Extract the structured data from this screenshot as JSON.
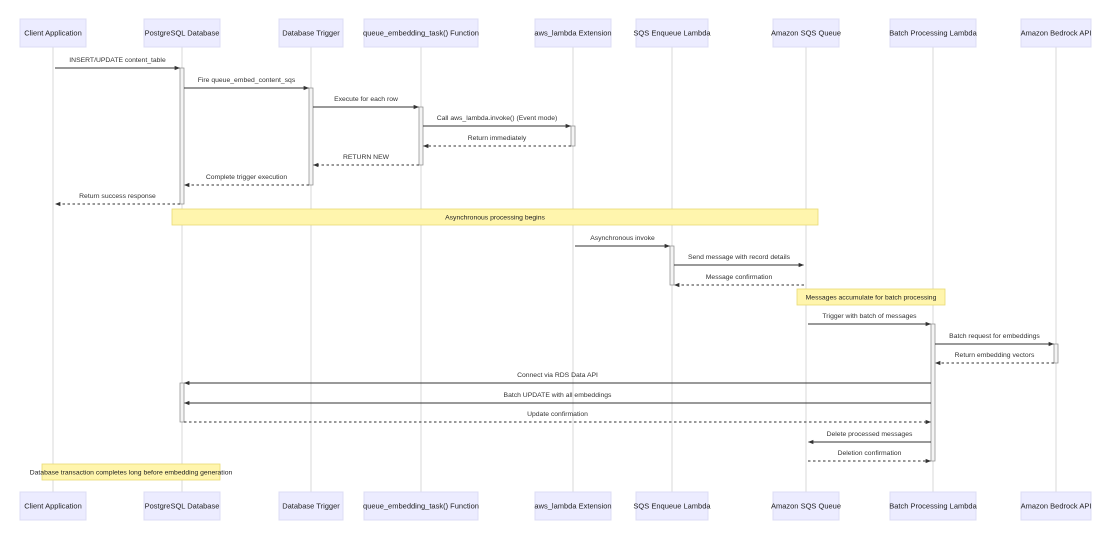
{
  "actors": [
    {
      "id": "client",
      "label": "Client Application"
    },
    {
      "id": "pg",
      "label": "PostgreSQL Database"
    },
    {
      "id": "trig",
      "label": "Database Trigger"
    },
    {
      "id": "func",
      "label": "queue_embedding_task() Function"
    },
    {
      "id": "ext",
      "label": "aws_lambda Extension"
    },
    {
      "id": "sqsl",
      "label": "SQS Enqueue Lambda"
    },
    {
      "id": "sqs",
      "label": "Amazon SQS Queue"
    },
    {
      "id": "batch",
      "label": "Batch Processing Lambda"
    },
    {
      "id": "bed",
      "label": "Amazon Bedrock API"
    }
  ],
  "messages": [
    {
      "from": "client",
      "to": "pg",
      "label": "INSERT/UPDATE content_table",
      "style": "solid"
    },
    {
      "from": "pg",
      "to": "trig",
      "label": "Fire queue_embed_content_sqs",
      "style": "solid"
    },
    {
      "from": "trig",
      "to": "func",
      "label": "Execute for each row",
      "style": "solid"
    },
    {
      "from": "func",
      "to": "ext",
      "label": "Call aws_lambda.invoke() (Event mode)",
      "style": "solid"
    },
    {
      "from": "ext",
      "to": "func",
      "label": "Return immediately",
      "style": "dashed"
    },
    {
      "from": "func",
      "to": "trig",
      "label": "RETURN NEW",
      "style": "dashed"
    },
    {
      "from": "trig",
      "to": "pg",
      "label": "Complete trigger execution",
      "style": "dashed"
    },
    {
      "from": "pg",
      "to": "client",
      "label": "Return success response",
      "style": "dashed"
    },
    {
      "from": "ext",
      "to": "sqsl",
      "label": "Asynchronous invoke",
      "style": "solid"
    },
    {
      "from": "sqsl",
      "to": "sqs",
      "label": "Send message with record details",
      "style": "solid"
    },
    {
      "from": "sqs",
      "to": "sqsl",
      "label": "Message confirmation",
      "style": "dashed"
    },
    {
      "from": "sqs",
      "to": "batch",
      "label": "Trigger with batch of messages",
      "style": "solid"
    },
    {
      "from": "batch",
      "to": "bed",
      "label": "Batch request for embeddings",
      "style": "solid"
    },
    {
      "from": "bed",
      "to": "batch",
      "label": "Return embedding vectors",
      "style": "dashed"
    },
    {
      "from": "batch",
      "to": "pg",
      "label": "Connect via RDS Data API",
      "style": "solid"
    },
    {
      "from": "batch",
      "to": "pg",
      "label": "Batch UPDATE with all embeddings",
      "style": "solid"
    },
    {
      "from": "pg",
      "to": "batch",
      "label": "Update confirmation",
      "style": "dashed"
    },
    {
      "from": "batch",
      "to": "sqs",
      "label": "Delete processed messages",
      "style": "solid"
    },
    {
      "from": "sqs",
      "to": "batch",
      "label": "Deletion confirmation",
      "style": "dashed"
    }
  ],
  "notes": [
    {
      "label": "Asynchronous processing begins",
      "over": [
        "pg",
        "sqs"
      ]
    },
    {
      "label": "Messages accumulate for batch processing",
      "over": [
        "sqs"
      ]
    },
    {
      "label": "Database transaction completes long before embedding generation",
      "over": [
        "client",
        "pg"
      ]
    }
  ],
  "colors": {
    "actor_fill": "#ECECFF",
    "actor_border": "#DCDCF4",
    "note_fill": "#FFF5AD",
    "note_border": "#E8DB74",
    "line": "#333333"
  }
}
